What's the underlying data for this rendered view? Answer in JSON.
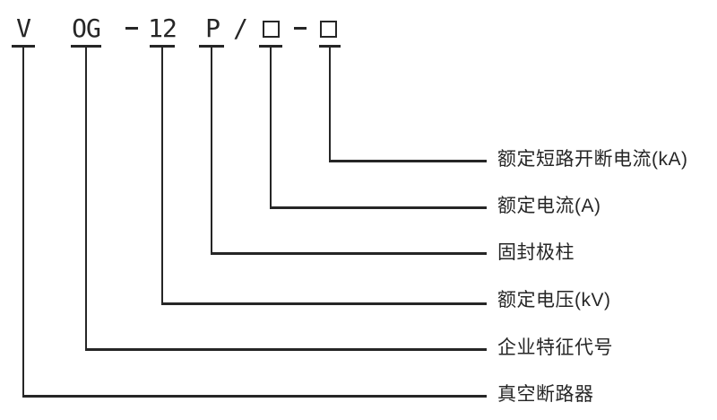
{
  "code": {
    "tokens": [
      {
        "text": "V"
      },
      {
        "text": "OG"
      },
      {
        "text": "-"
      },
      {
        "text": "12"
      },
      {
        "text": "P"
      },
      {
        "text": "/"
      },
      {
        "text": "□"
      },
      {
        "text": "-"
      },
      {
        "text": "□"
      }
    ]
  },
  "legend": {
    "items": [
      {
        "label": "额定短路开断电流(kA)"
      },
      {
        "label": "额定电流(A)"
      },
      {
        "label": "固封极柱"
      },
      {
        "label": "额定电压(kV)"
      },
      {
        "label": "企业特征代号"
      },
      {
        "label": "真空断路器"
      }
    ]
  },
  "colors": {
    "line": "#262626",
    "text": "#262626",
    "background": "#ffffff"
  }
}
